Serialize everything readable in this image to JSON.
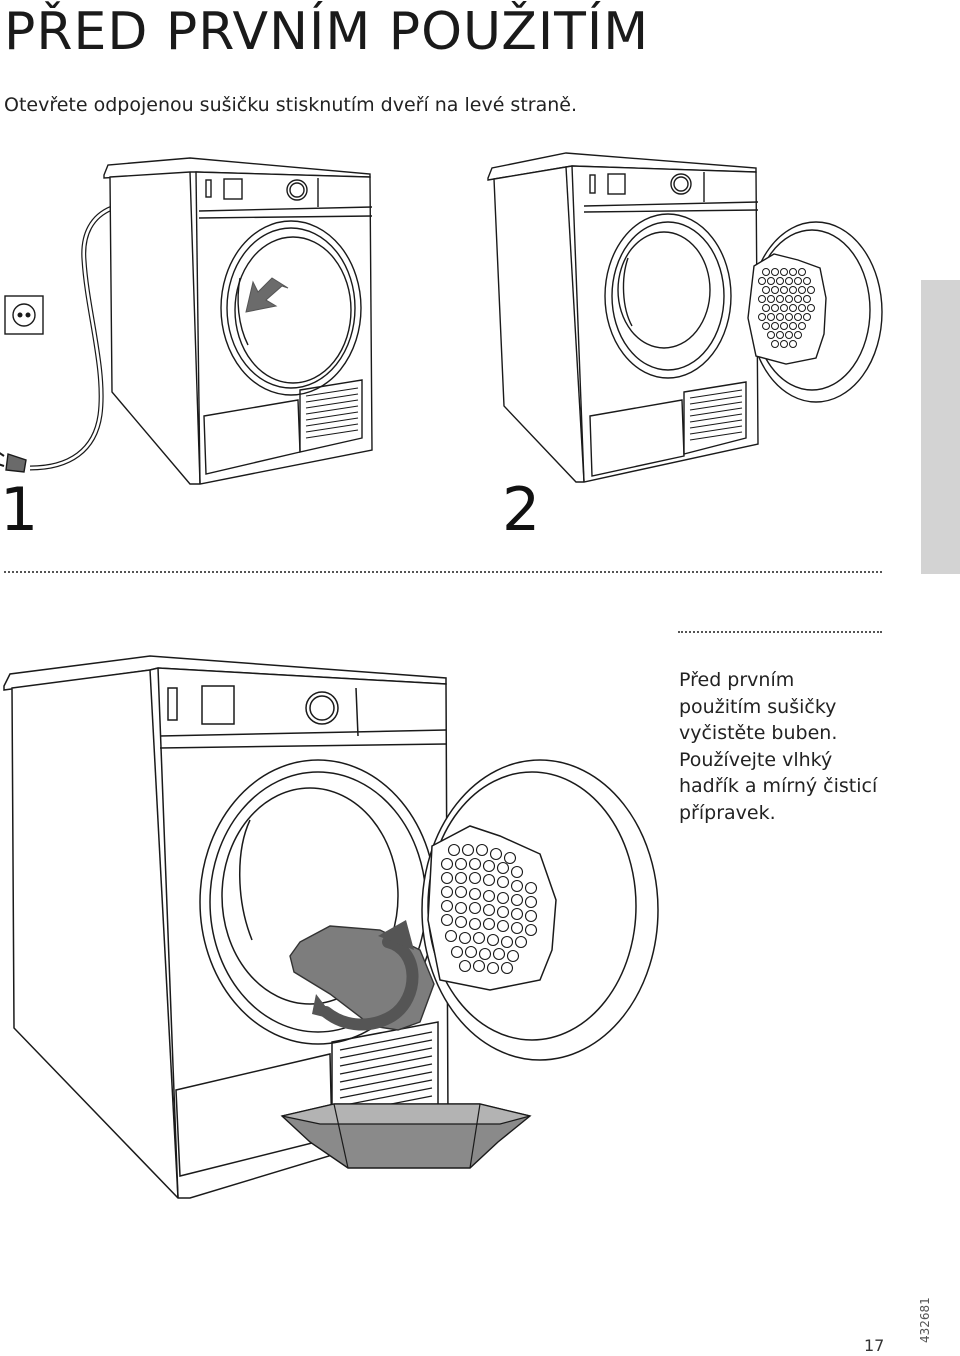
{
  "page": {
    "title": "PŘED PRVNÍM POUŽITÍM",
    "intro": "Otevřete odpojenou sušičku stisknutím dveří na levé straně.",
    "steps": [
      {
        "number": "1"
      },
      {
        "number": "2"
      }
    ],
    "note_lines": [
      "Před prvním",
      "použitím sušičky",
      "vyčistěte buben.",
      "Používejte vlhký",
      "hadřík a mírný čisticí",
      "přípravek."
    ],
    "page_number": "17",
    "doc_id": "432681"
  },
  "colors": {
    "line": "#1a1a1a",
    "accent_gray": "#808080",
    "side_tab": "#d3d3d3"
  },
  "icons": [
    "wall-socket-icon",
    "power-plug-icon",
    "press-arrow-icon",
    "rotation-arrow-icon"
  ]
}
